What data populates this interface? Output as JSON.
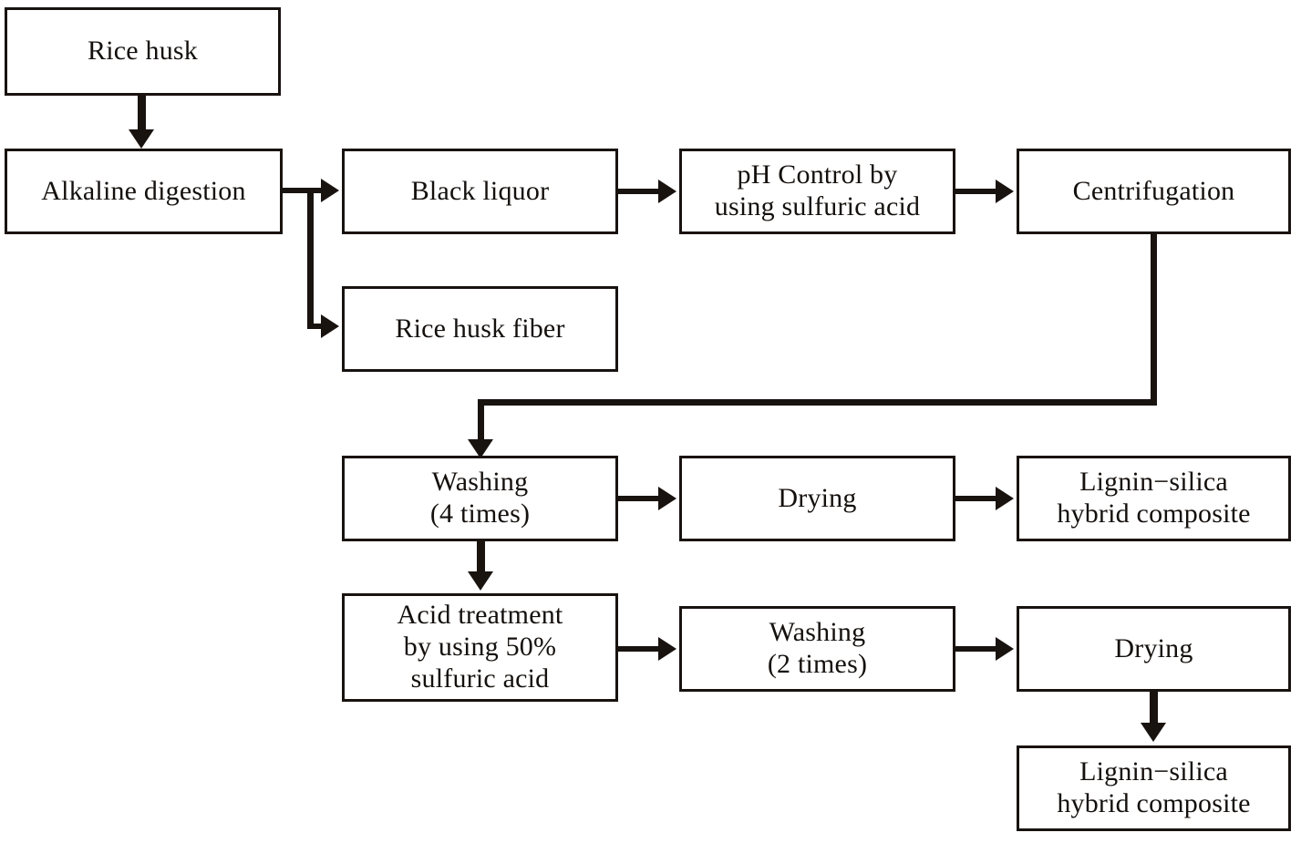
{
  "diagram": {
    "title": "Rice husk lignin-silica hybrid composite process flowchart",
    "colors": {
      "background": "#ffffff",
      "box_border": "#191310",
      "arrow": "#191310",
      "text": "#14100d"
    },
    "nodes": {
      "rice_husk": "Rice husk",
      "alkaline_digestion": "Alkaline digestion",
      "black_liquor": "Black liquor",
      "rice_husk_fiber": "Rice husk fiber",
      "ph_control": "pH Control by\nusing sulfuric acid",
      "centrifugation": "Centrifugation",
      "washing_4": "Washing\n(4 times)",
      "drying_mid": "Drying",
      "lignin_silica_mid": "Lignin−silica\nhybrid composite",
      "acid_treatment": "Acid treatment\nby using 50%\nsulfuric acid",
      "washing_2": "Washing\n(2 times)",
      "drying_bottom": "Drying",
      "lignin_silica_bottom": "Lignin−silica\nhybrid composite"
    },
    "edges": [
      {
        "id": "rice-husk-to-alkaline",
        "from": "rice_husk",
        "to": "alkaline_digestion",
        "kind": "down"
      },
      {
        "id": "alkaline-to-black-liquor",
        "from": "alkaline_digestion",
        "to": "black_liquor",
        "kind": "split-right"
      },
      {
        "id": "alkaline-to-rice-husk-fiber",
        "from": "alkaline_digestion",
        "to": "rice_husk_fiber",
        "kind": "split-right"
      },
      {
        "id": "black-liquor-to-ph-control",
        "from": "black_liquor",
        "to": "ph_control",
        "kind": "right"
      },
      {
        "id": "ph-control-to-centrifugation",
        "from": "ph_control",
        "to": "centrifugation",
        "kind": "right"
      },
      {
        "id": "centrifugation-to-washing-4",
        "from": "centrifugation",
        "to": "washing_4",
        "kind": "elbow-down-left-down"
      },
      {
        "id": "washing-4-to-drying-mid",
        "from": "washing_4",
        "to": "drying_mid",
        "kind": "right"
      },
      {
        "id": "drying-mid-to-lignin-silica-mid",
        "from": "drying_mid",
        "to": "lignin_silica_mid",
        "kind": "right"
      },
      {
        "id": "washing-4-to-acid-treatment",
        "from": "washing_4",
        "to": "acid_treatment",
        "kind": "down"
      },
      {
        "id": "acid-treatment-to-washing-2",
        "from": "acid_treatment",
        "to": "washing_2",
        "kind": "right"
      },
      {
        "id": "washing-2-to-drying-bottom",
        "from": "washing_2",
        "to": "drying_bottom",
        "kind": "right"
      },
      {
        "id": "drying-bottom-to-lignin-silica-bottom",
        "from": "drying_bottom",
        "to": "lignin_silica_bottom",
        "kind": "down"
      }
    ]
  }
}
